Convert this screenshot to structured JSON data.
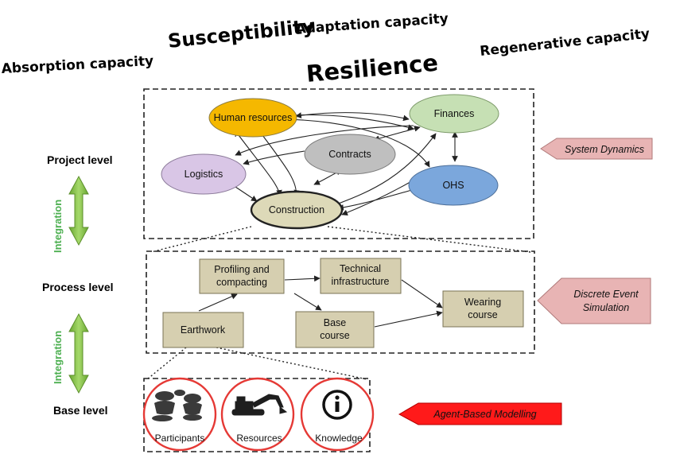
{
  "headings": {
    "absorption": "Absorption capacity",
    "susceptibility": "Susceptibility",
    "adaptation": "Adaptation capacity",
    "regenerative": "Regenerative capacity",
    "resilience": "Resilience"
  },
  "levels": {
    "project": "Project level",
    "process": "Process level",
    "base": "Base level",
    "integration_1": "Integration",
    "integration_2": "Integration"
  },
  "system_dynamics": {
    "human_resources": "Human resources",
    "finances": "Finances",
    "contracts": "Contracts",
    "logistics": "Logistics",
    "ohs": "OHS",
    "construction": "Construction"
  },
  "process": {
    "profiling_line1": "Profiling and",
    "profiling_line2": "compacting",
    "technical_line1": "Technical",
    "technical_line2": "infrastructure",
    "wearing_line1": "Wearing",
    "wearing_line2": "course",
    "base_line1": "Base",
    "base_line2": "course",
    "earthwork": "Earthwork"
  },
  "base": {
    "participants": "Participants",
    "resources": "Resources",
    "knowledge": "Knowledge"
  },
  "methods": {
    "system_dynamics": "System Dynamics",
    "des_line1": "Discrete Event",
    "des_line2": "Simulation",
    "abm": "Agent-Based Modelling"
  },
  "colors": {
    "human_resources": "#f5b800",
    "finances": "#c6e0b4",
    "contracts": "#bfbfbf",
    "logistics": "#d9c6e6",
    "ohs": "#7ba7dc",
    "construction": "#ddd9b8",
    "process_box": "#d6cfb0",
    "integration_arrow": "#8bc34a",
    "method_pink": "#e8b4b4",
    "method_red": "#ff1a1a",
    "circle_border": "#e53935"
  },
  "icons": {
    "participants": "people-group-icon",
    "resources": "excavator-icon",
    "knowledge": "info-icon"
  }
}
